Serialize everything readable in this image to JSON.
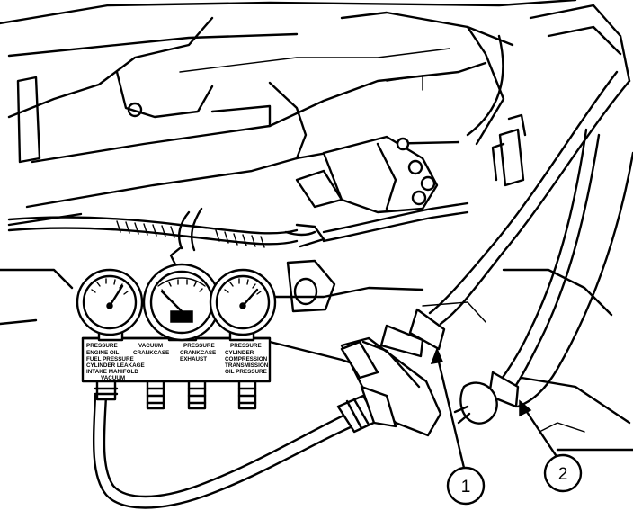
{
  "gauge_panel": {
    "columns": [
      "PRESSURE",
      "VACUUM",
      "PRESSURE",
      "PRESSURE"
    ],
    "rows": [
      [
        "ENGINE OIL",
        "CRANKCASE",
        "CRANKCASE",
        "CYLINDER"
      ],
      [
        "FUEL PRESSURE",
        "",
        "EXHAUST",
        "COMPRESSION"
      ],
      [
        "CYLINDER LEAKAGE",
        "",
        "",
        "TRANSMISSION"
      ],
      [
        "INTAKE MANIFOLD",
        "",
        "",
        "OIL PRESSURE"
      ],
      [
        "VACUUM",
        "",
        "",
        ""
      ]
    ]
  },
  "callouts": [
    {
      "label": "1"
    },
    {
      "label": "2"
    }
  ]
}
